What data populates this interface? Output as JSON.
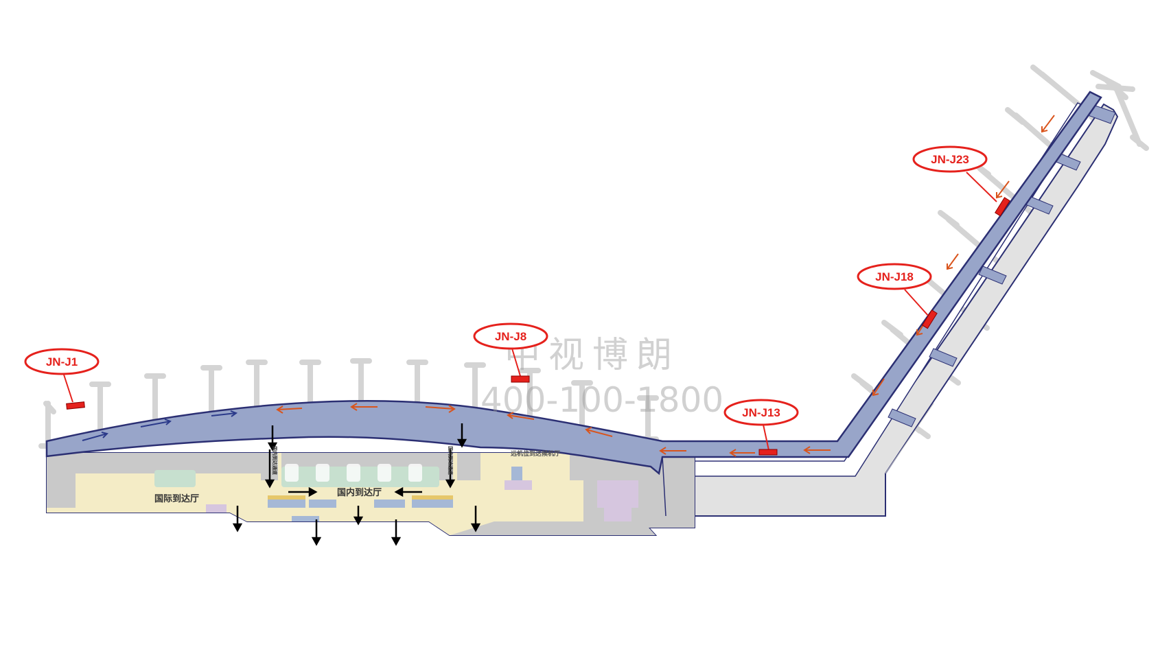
{
  "markers": [
    {
      "id": "j1",
      "label": "JN-J1"
    },
    {
      "id": "j8",
      "label": "JN-J8"
    },
    {
      "id": "j13",
      "label": "JN-J13"
    },
    {
      "id": "j18",
      "label": "JN-J18"
    },
    {
      "id": "j23",
      "label": "JN-J23"
    }
  ],
  "halls": {
    "international": "国际到达厅",
    "domestic": "国内到达厅"
  },
  "small_signs": {
    "left_vertical": "国内到达通道",
    "right_vertical": "国内到达通道",
    "hall_side": "远机位到达候机厅"
  },
  "watermark": {
    "company": "中视博朗",
    "phone": "400-100-1800"
  },
  "colors": {
    "marker_red": "#e5211c",
    "corridor_fill": "#98a5c9",
    "corridor_stroke": "#2b2f73",
    "hall_fill": "#f5edc9",
    "arrow_orange": "#d9541c",
    "arrow_navy": "#2b3a8a"
  }
}
